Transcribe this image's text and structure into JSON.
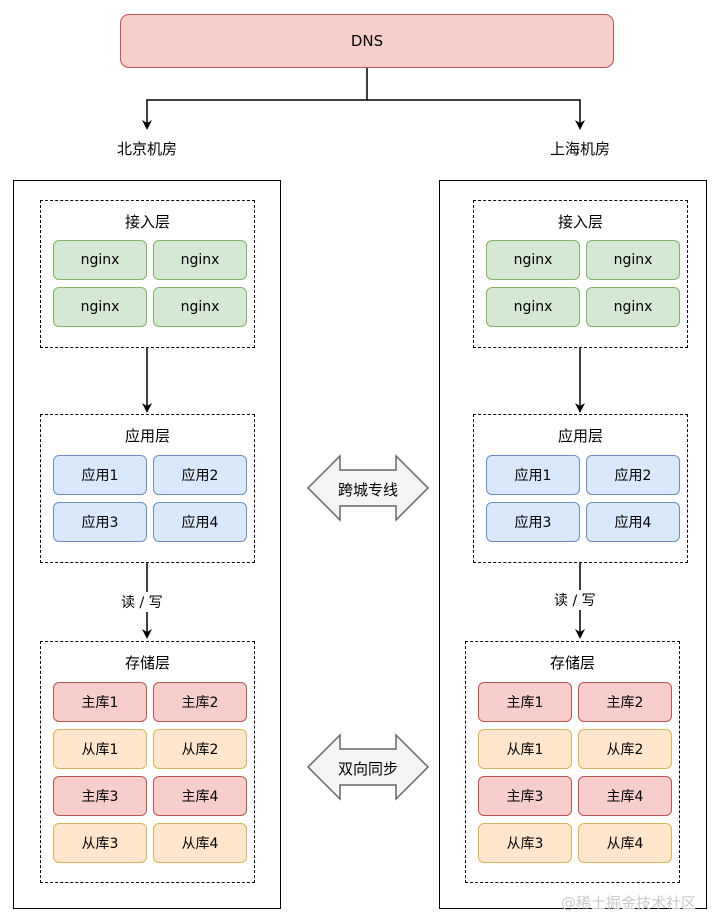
{
  "dns": {
    "label": "DNS"
  },
  "rooms": [
    {
      "title": "北京机房",
      "access_layer": {
        "title": "接入层",
        "nodes": [
          "nginx",
          "nginx",
          "nginx",
          "nginx"
        ]
      },
      "app_layer": {
        "title": "应用层",
        "nodes": [
          "应用1",
          "应用2",
          "应用3",
          "应用4"
        ]
      },
      "rw_label": "读 / 写",
      "storage_layer": {
        "title": "存储层",
        "nodes": [
          "主库1",
          "主库2",
          "从库1",
          "从库2",
          "主库3",
          "主库4",
          "从库3",
          "从库4"
        ]
      }
    },
    {
      "title": "上海机房",
      "access_layer": {
        "title": "接入层",
        "nodes": [
          "nginx",
          "nginx",
          "nginx",
          "nginx"
        ]
      },
      "app_layer": {
        "title": "应用层",
        "nodes": [
          "应用1",
          "应用2",
          "应用3",
          "应用4"
        ]
      },
      "rw_label": "读 / 写",
      "storage_layer": {
        "title": "存储层",
        "nodes": [
          "主库1",
          "主库2",
          "从库1",
          "从库2",
          "主库3",
          "主库4",
          "从库3",
          "从库4"
        ]
      }
    }
  ],
  "links": {
    "dedicated_line": "跨城专线",
    "bidirectional_sync": "双向同步"
  },
  "watermark": "@稀土掘金技术社区",
  "colors": {
    "dns_fill": "#f8cecc",
    "nginx_fill": "#d5e8d4",
    "app_fill": "#dae8fc",
    "master_fill": "#f8cecc",
    "slave_fill": "#ffe6cc",
    "link_arrow_fill": "#f5f5f5"
  }
}
